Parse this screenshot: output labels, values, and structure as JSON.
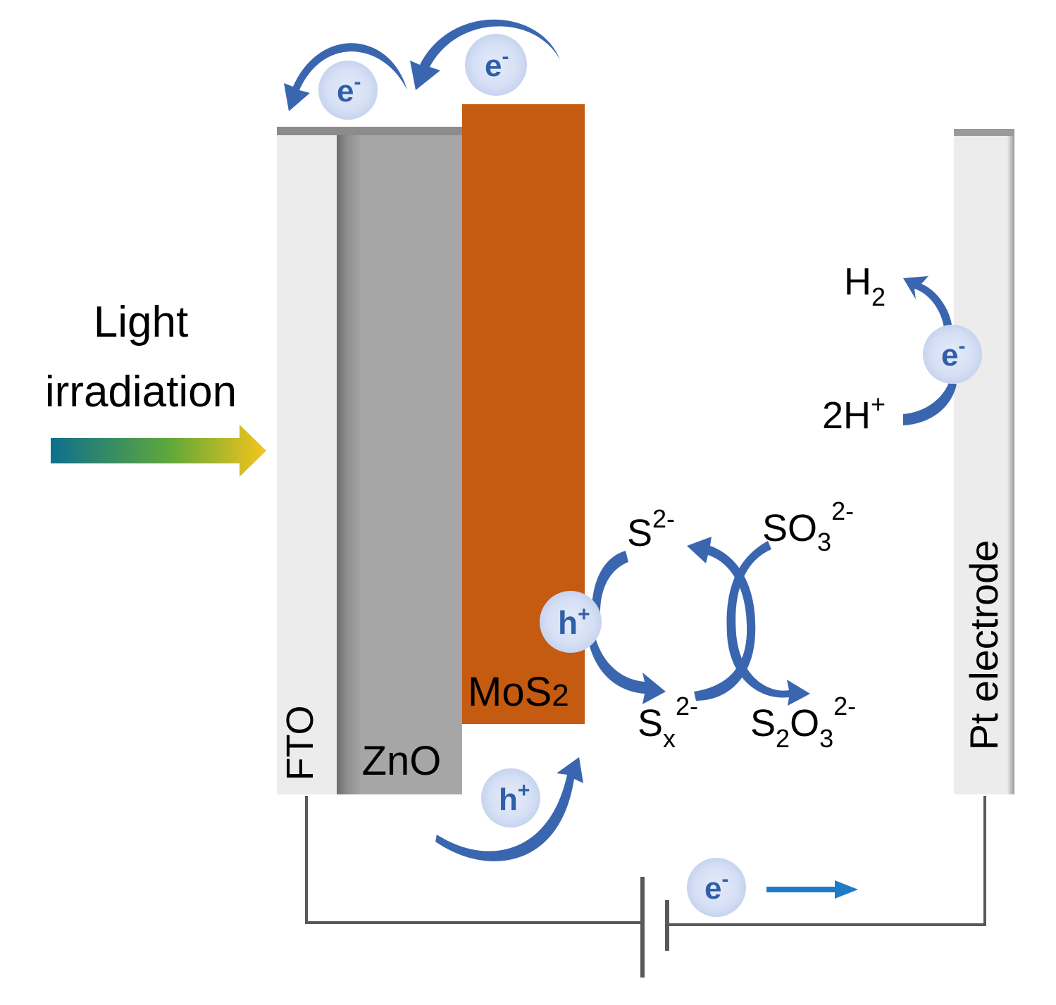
{
  "light": {
    "line1": "Light",
    "line2": "irradiation"
  },
  "layers": {
    "fto": "FTO",
    "zno": "ZnO",
    "mos2": "MoS",
    "mos2_sub": "2",
    "pt": "Pt electrode"
  },
  "species": {
    "h2": "H",
    "h2_sub": "2",
    "two_h_plus": "2H",
    "two_h_plus_sup": "+",
    "s2": "S",
    "s2_sup": "2-",
    "so3": "SO",
    "so3_sub": "3",
    "so3_sup": "2-",
    "sx": "S",
    "sx_sub": "x",
    "sx_sup": "2-",
    "s2o3_a": "S",
    "s2o3_sub1": "2",
    "s2o3_b": "O",
    "s2o3_sub2": "3",
    "s2o3_sup": "2-"
  },
  "carriers": {
    "electron": "e",
    "electron_sup": "-",
    "hole": "h",
    "hole_sup": "+"
  },
  "colors": {
    "fto": "#ececec",
    "zno": "#a6a6a6",
    "mos2": "#c55a11",
    "arrow": "#3a66b0",
    "carrier_circle": "#d6e0f5",
    "circuit": "#595959",
    "current_arrow": "#1f7bc8",
    "light_start": "#0e6f8e",
    "light_end": "#f7c51b"
  }
}
